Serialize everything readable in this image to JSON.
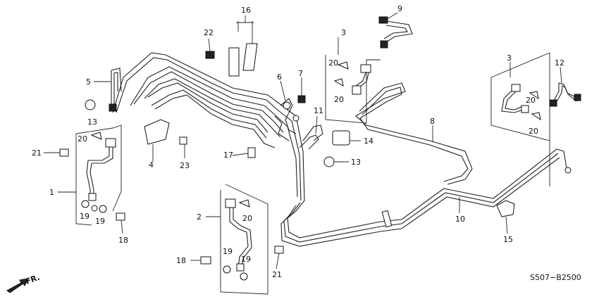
{
  "diagram": {
    "code": "S507−B2500",
    "direction_label": "FR.",
    "callouts": [
      "16",
      "22",
      "9",
      "3",
      "20",
      "20",
      "5",
      "6",
      "7",
      "11",
      "8",
      "3",
      "12",
      "20",
      "20",
      "20",
      "4",
      "21",
      "23",
      "17",
      "14",
      "13",
      "13",
      "1",
      "19",
      "19",
      "18",
      "2",
      "20",
      "10",
      "15",
      "18",
      "19",
      "19",
      "21"
    ]
  }
}
